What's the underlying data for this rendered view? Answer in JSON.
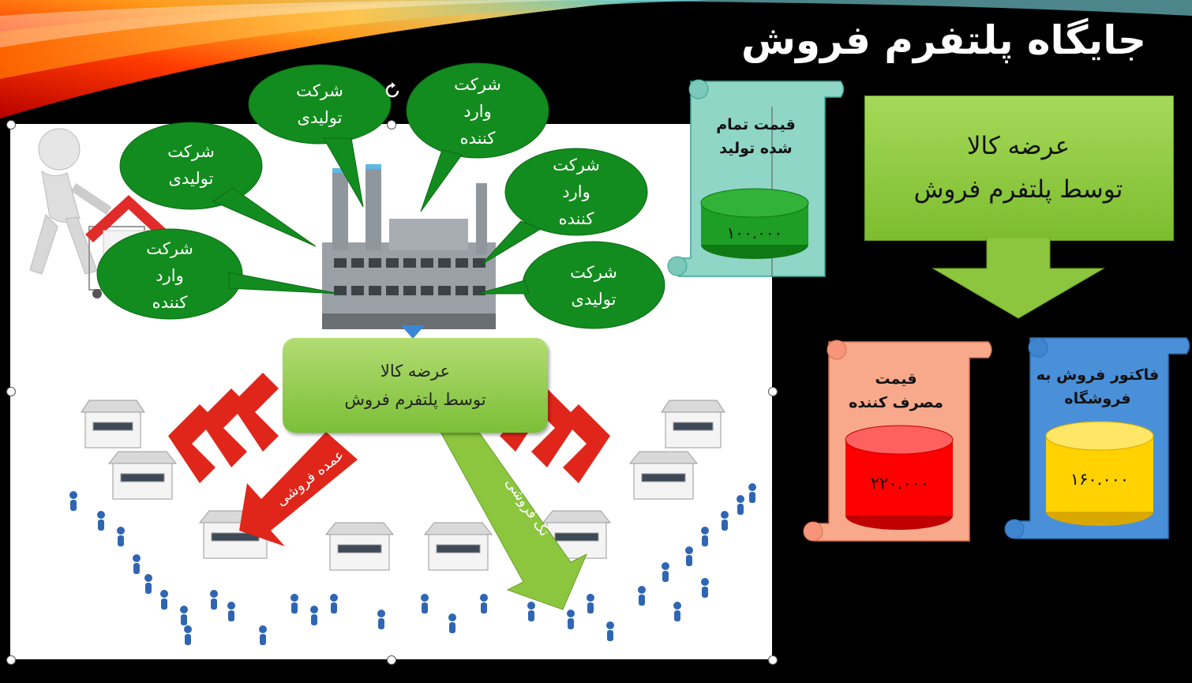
{
  "slide": {
    "title": "جایگاه پلتفرم فروش"
  },
  "diagram": {
    "bubbles": [
      {
        "id": "b1",
        "text": "شرکت\nتولیدی"
      },
      {
        "id": "b2",
        "text": "شرکت\nوارد\nکننده"
      },
      {
        "id": "b3",
        "text": "شرکت\nتولیدی"
      },
      {
        "id": "b4",
        "text": "شرکت\nوارد\nکننده"
      },
      {
        "id": "b5",
        "text": "شرکت\nوارد\nکننده"
      },
      {
        "id": "b6",
        "text": "شرکت\nتولیدی"
      }
    ],
    "center_box": "عرضه کالا\nتوسط پلتفرم فروش",
    "wholesale_label": "عمده فروشی",
    "retail_label": "تک فروشی"
  },
  "right_panel": {
    "offer_box": "عرضه کالا\nتوسط پلتفرم فروش",
    "production_cost": {
      "label": "قیمت تمام\nشده تولید",
      "value": "۱۰۰.۰۰۰"
    },
    "consumer_price": {
      "label": "قیمت\nمصرف کننده",
      "value": "۲۲۰.۰۰۰"
    },
    "store_invoice": {
      "label": "فاکتور فروش به\nفروشگاه",
      "value": "۱۶۰.۰۰۰"
    }
  },
  "colors": {
    "bubble_green": "#128c1e",
    "box_green": "#8cc63f",
    "scroll_teal": "#8fd6c7",
    "scroll_salmon": "#f8a98b",
    "scroll_blue": "#4a90d9",
    "cyl_green": "#1e9e24",
    "cyl_red": "#ff0000",
    "cyl_yellow": "#ffd200",
    "arrow_red": "#e0261b"
  }
}
